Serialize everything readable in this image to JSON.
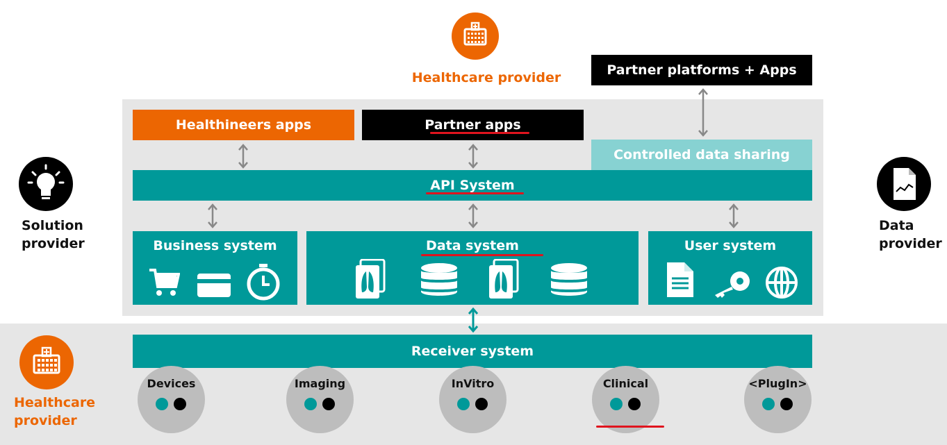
{
  "top": {
    "healthcare_provider_label": "Healthcare provider",
    "partner_platforms_label": "Partner platforms + Apps"
  },
  "platform": {
    "healthineers_apps": "Healthineers apps",
    "partner_apps": "Partner apps",
    "controlled_data_sharing": "Controlled data sharing",
    "api_system": "API System",
    "business_system": "Business system",
    "data_system": "Data system",
    "user_system": "User system",
    "receiver_system": "Receiver system"
  },
  "sides": {
    "left_line1": "Solution",
    "left_line2": "provider",
    "right_line1": "Data",
    "right_line2": "provider",
    "bottom_line1": "Healthcare",
    "bottom_line2": "provider"
  },
  "connectors": [
    {
      "label": "Devices"
    },
    {
      "label": "Imaging"
    },
    {
      "label": "InVitro"
    },
    {
      "label": "Clinical"
    },
    {
      "label": "<PlugIn>"
    }
  ],
  "icons": {
    "hospital": "hospital-icon",
    "lightbulb": "lightbulb-icon",
    "document_chart": "document-chart-icon",
    "cart": "shopping-cart-icon",
    "card": "credit-card-icon",
    "stopwatch": "stopwatch-icon",
    "lungs_scan": "lungs-scan-icon",
    "database": "database-icon",
    "document": "document-icon",
    "key": "key-icon",
    "globe": "globe-icon"
  },
  "colors": {
    "teal": "#009999",
    "light_teal": "#87d2d2",
    "orange": "#ec6602",
    "black": "#000000",
    "gray_panel": "#e6e6e6",
    "connector_gray": "#bdbdbd",
    "highlight_red": "#e0141e"
  }
}
